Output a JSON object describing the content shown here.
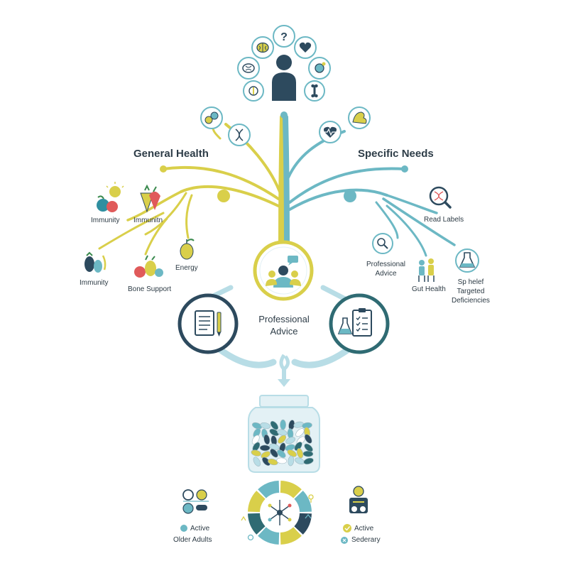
{
  "colors": {
    "yellow": "#d9cf4a",
    "teal": "#6cb8c4",
    "navy": "#2d4a5e",
    "dark_teal": "#2f6b73",
    "light_blue": "#b8dde6",
    "pale_blue": "#e3f1f5"
  },
  "sections": {
    "general_title": "General Health",
    "specific_title": "Specific Needs",
    "center_title_line1": "Professional",
    "center_title_line2": "Advice"
  },
  "left_labels": {
    "immunity_top": "Immunity",
    "immunitn": "Immunitn",
    "energy": "Energy",
    "immunity_bottom": "Immunity",
    "bone_support": "Bone Support"
  },
  "right_labels": {
    "read_labels": "Read Labels",
    "professional_line1": "Professional",
    "professional_line2": "Advice",
    "gut_health": "Gut Health",
    "sphelef": "Sp helef",
    "targeted": "Targeted",
    "deficiencies": "Deficiencies"
  },
  "legend_left": {
    "active": "Active",
    "older_adults": "Older Adults"
  },
  "legend_right": {
    "active": "Active",
    "sederary": "Sederary"
  },
  "icons": [
    "brain-icon",
    "question-icon",
    "heart-icon",
    "vitamin-icon",
    "bone-icon",
    "mineral-icon",
    "brain-small-icon",
    "person-icon",
    "dna-icon",
    "pills-icon",
    "heart-rate-icon",
    "muscle-icon",
    "magnifier-dna-icon",
    "flask-icon",
    "document-pen-icon",
    "lab-clipboard-icon",
    "consultation-icon",
    "supplement-jar-icon"
  ]
}
